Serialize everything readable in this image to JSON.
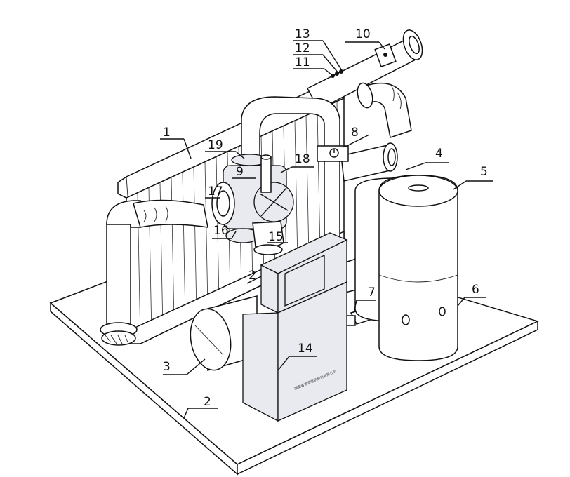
{
  "figure": {
    "callouts": [
      {
        "id": "c1",
        "text": "1"
      },
      {
        "id": "c2",
        "text": "2"
      },
      {
        "id": "c3",
        "text": "3"
      },
      {
        "id": "c4",
        "text": "4"
      },
      {
        "id": "c5",
        "text": "5"
      },
      {
        "id": "c6",
        "text": "6"
      },
      {
        "id": "c7",
        "text": "7"
      },
      {
        "id": "c8",
        "text": "8"
      },
      {
        "id": "c9",
        "text": "9"
      },
      {
        "id": "c10",
        "text": "10"
      },
      {
        "id": "c11",
        "text": "11"
      },
      {
        "id": "c12",
        "text": "12"
      },
      {
        "id": "c13",
        "text": "13"
      },
      {
        "id": "c14",
        "text": "14"
      },
      {
        "id": "c15",
        "text": "15"
      },
      {
        "id": "c16",
        "text": "16"
      },
      {
        "id": "c17",
        "text": "17"
      },
      {
        "id": "c18",
        "text": "18"
      },
      {
        "id": "c19",
        "text": "19"
      },
      {
        "id": "c2b",
        "text": "2"
      }
    ],
    "cabinet_panel_text": "湖南省湘潭电机股份有限公司",
    "colors": {
      "line": "#111111",
      "cabinet_fill": "#e6e8ee",
      "background": "#ffffff"
    }
  }
}
